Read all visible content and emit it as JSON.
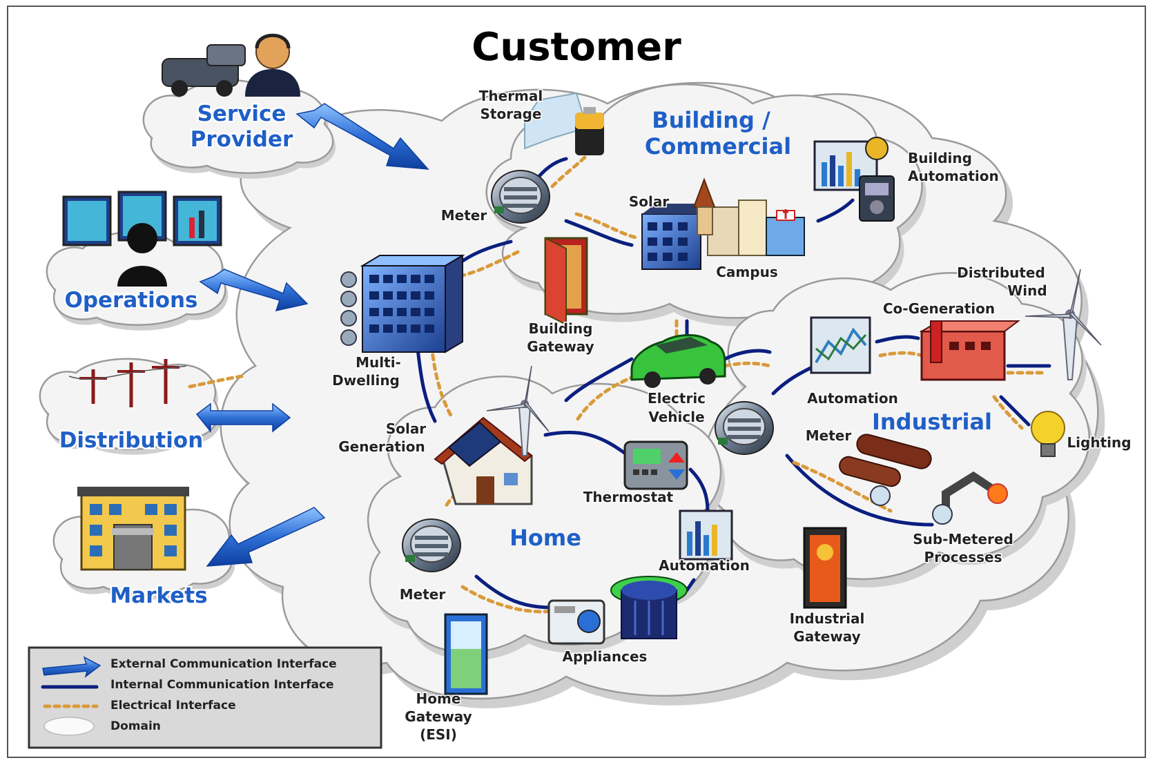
{
  "title": "Customer",
  "external_domains": {
    "service_provider": [
      "Service",
      "Provider"
    ],
    "operations": "Operations",
    "distribution": "Distribution",
    "markets": "Markets"
  },
  "subdomains": {
    "building": [
      "Building /",
      "Commercial"
    ],
    "industrial": "Industrial",
    "home": "Home"
  },
  "labels": {
    "thermal_storage": [
      "Thermal",
      "Storage"
    ],
    "building_automation": [
      "Building",
      "Automation"
    ],
    "meter_building": "Meter",
    "solar": "Solar",
    "campus": "Campus",
    "multi_dwelling": [
      "Multi-",
      "Dwelling"
    ],
    "building_gateway": [
      "Building",
      "Gateway"
    ],
    "electric_vehicle": [
      "Electric",
      "Vehicle"
    ],
    "distributed_wind": [
      "Distributed",
      "Wind"
    ],
    "co_generation": "Co-Generation",
    "automation_industrial": "Automation",
    "meter_industrial": "Meter",
    "lighting": "Lighting",
    "sub_metered": [
      "Sub-Metered",
      "Processes"
    ],
    "industrial_gateway": [
      "Industrial",
      "Gateway"
    ],
    "solar_generation": [
      "Solar",
      "Generation"
    ],
    "thermostat": "Thermostat",
    "automation_home": "Automation",
    "meter_home": "Meter",
    "appliances": "Appliances",
    "home_gateway": [
      "Home",
      "Gateway",
      "(ESI)"
    ]
  },
  "legend": {
    "external": "External Communication Interface",
    "internal": "Internal Communication Interface",
    "electrical": "Electrical Interface",
    "domain": "Domain"
  },
  "colors": {
    "domain_text": "#1f5fc7",
    "internal_line": "#0b1f80",
    "electrical_line": "#d99a3a",
    "arrow": "#2f6fd6"
  }
}
